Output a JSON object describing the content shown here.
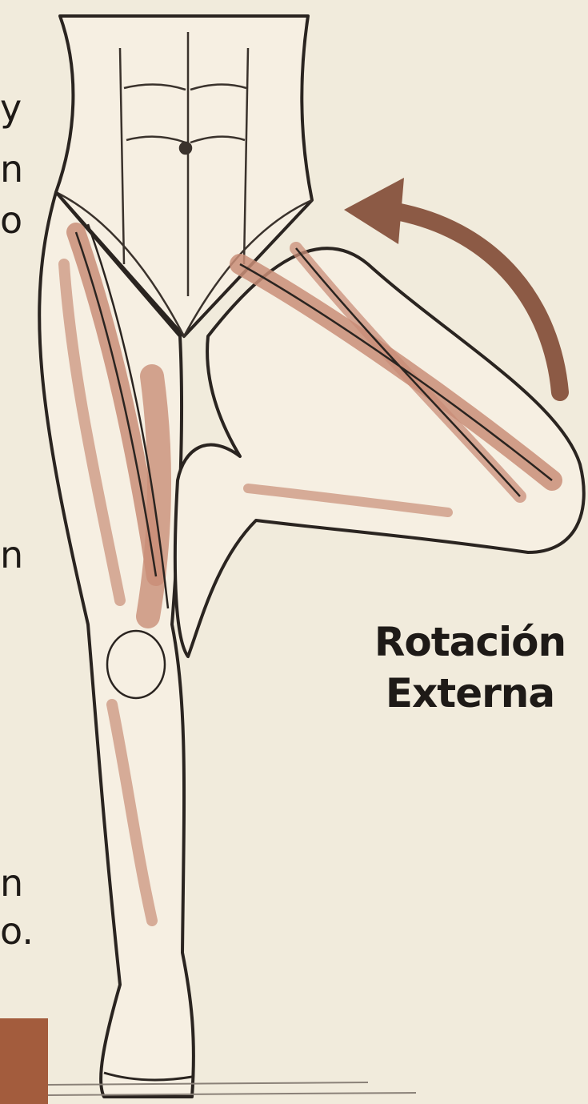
{
  "caption": {
    "line1": "Rotación",
    "line2": "Externa"
  },
  "left_text_fragments": [
    "y",
    "n",
    "o",
    "n",
    "n",
    "o."
  ],
  "colors": {
    "background": "#f1ebdc",
    "muscle": "#c98e78",
    "outline": "#2a2420",
    "arrow": "#8c5a45",
    "accent_block": "#a35c3d"
  }
}
